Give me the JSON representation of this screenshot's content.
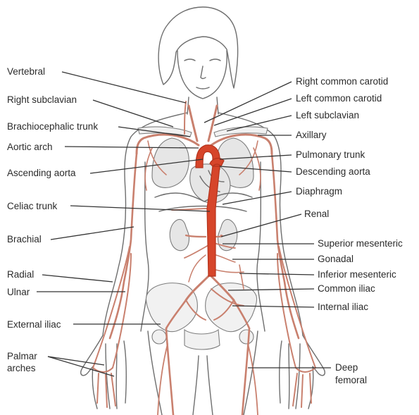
{
  "labels_left": [
    "Vertebral",
    "Right subclavian",
    "Brachiocephalic trunk",
    "Aortic arch",
    "Ascending aorta",
    "Celiac trunk",
    "Brachial",
    "Radial",
    "Ulnar",
    "External iliac",
    "Palmar",
    "arches"
  ],
  "labels_right": [
    "Right common carotid",
    "Left common carotid",
    "Left subclavian",
    "Axillary",
    "Pulmonary trunk",
    "Descending aorta",
    "Diaphragm",
    "Renal",
    "Superior mesenteric",
    "Gonadal",
    "Inferior mesenteric",
    "Common iliac",
    "Internal iliac",
    "Deep",
    "femoral"
  ],
  "colors": {
    "aorta": "#d6452a",
    "artery": "#c9806e",
    "outline": "#6e6e6e",
    "organ": "#e6e6e6",
    "label_text": "#2b2b2b"
  }
}
